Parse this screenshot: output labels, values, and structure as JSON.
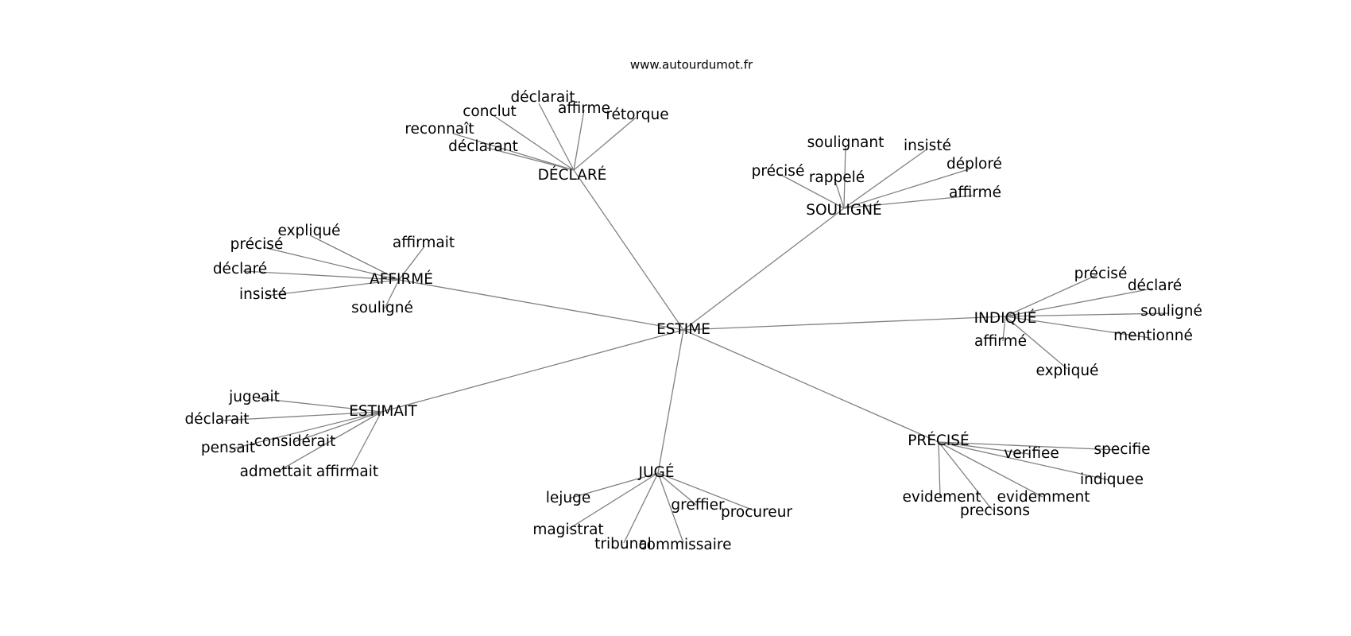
{
  "site": "www.autourdumot.fr",
  "graph": {
    "center": "ESTIME",
    "clusters": [
      {
        "hub": "DÉCLARÉ",
        "leaves": [
          "reconnaît",
          "conclut",
          "déclarait",
          "affirme",
          "rétorque",
          "déclarant"
        ]
      },
      {
        "hub": "SOULIGNÉ",
        "leaves": [
          "précisé",
          "soulignant",
          "rappelé",
          "insisté",
          "déploré",
          "affirmé"
        ]
      },
      {
        "hub": "AFFIRMÉ",
        "leaves": [
          "expliqué",
          "précisé",
          "déclaré",
          "insisté",
          "affirmait",
          "souligné"
        ]
      },
      {
        "hub": "INDIQUÉ",
        "leaves": [
          "précisé",
          "déclaré",
          "souligné",
          "mentionné",
          "affirmé",
          "expliqué"
        ]
      },
      {
        "hub": "ESTIMAIT",
        "leaves": [
          "jugeait",
          "déclarait",
          "considérait",
          "pensait",
          "admettait",
          "affirmait"
        ]
      },
      {
        "hub": "JUGÉ",
        "leaves": [
          "lejuge",
          "magistrat",
          "tribunal",
          "commissaire",
          "greffier",
          "procureur"
        ]
      },
      {
        "hub": "PRÉCISÉ",
        "leaves": [
          "verifiee",
          "specifie",
          "indiquee",
          "evidemment",
          "precisons",
          "evidement"
        ]
      }
    ]
  }
}
